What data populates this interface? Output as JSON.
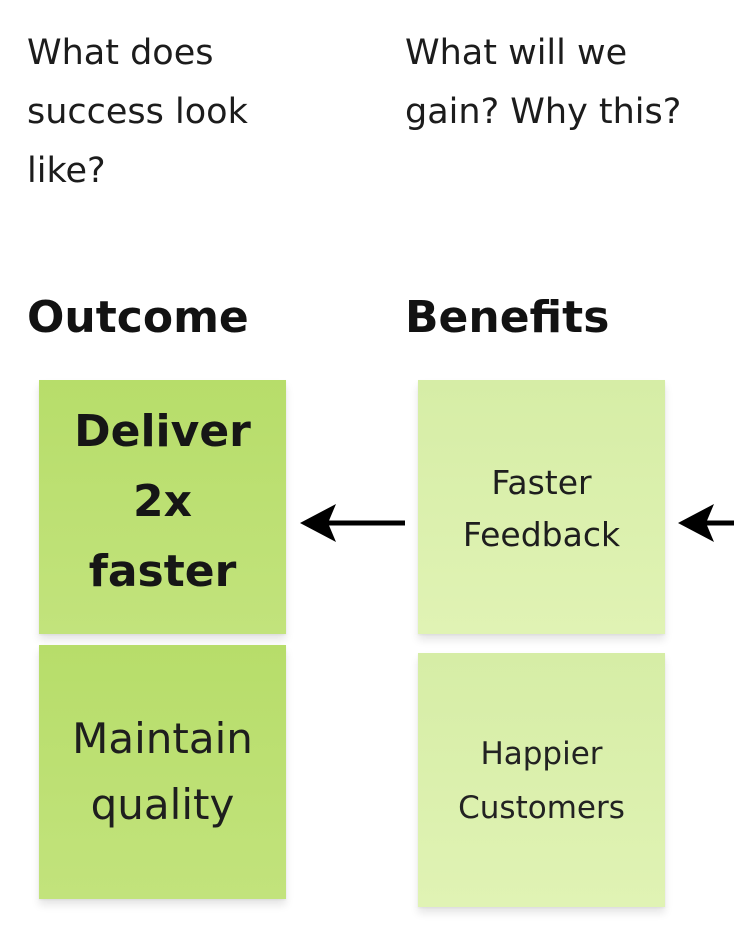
{
  "columns": {
    "outcome": {
      "question": "What does\nsuccess look\nlike?",
      "heading": "Outcome",
      "stickies": [
        {
          "text": "Deliver 2x faster",
          "lines": [
            "Deliver",
            "2x",
            "faster"
          ]
        },
        {
          "text": "Maintain quality",
          "lines": [
            "Maintain",
            "quality"
          ]
        }
      ]
    },
    "benefits": {
      "question": "What will we\ngain? Why this?",
      "heading": "Benefits",
      "stickies": [
        {
          "text": "Faster Feedback",
          "lines": [
            "Faster",
            "Feedback"
          ]
        },
        {
          "text": "Happier Customers",
          "lines": [
            "Happier",
            "Customers"
          ]
        }
      ]
    }
  },
  "colors": {
    "sticky_dark": "#b7dd6a",
    "sticky_light": "#d6eda6",
    "text": "#1c1c1c",
    "arrow": "#000000"
  },
  "icons": [
    "arrow-left-icon",
    "arrow-left-icon"
  ]
}
